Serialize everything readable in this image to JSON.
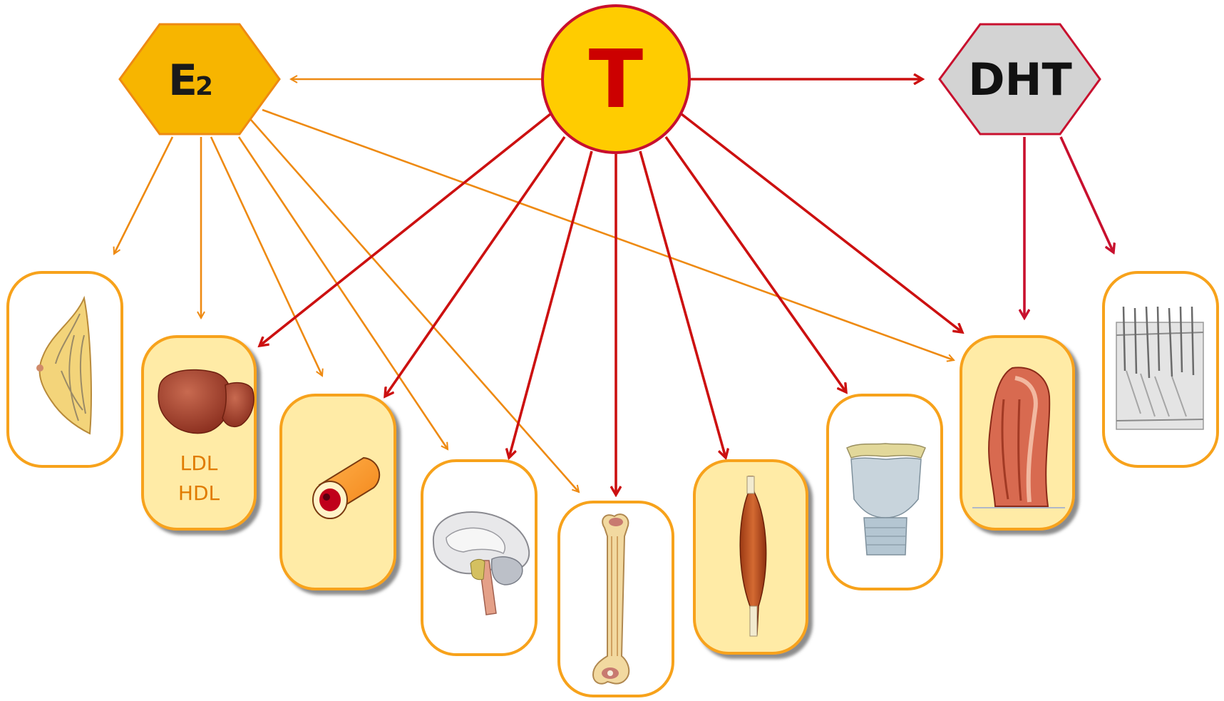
{
  "nodes": {
    "estradiol": {
      "label_main": "E",
      "label_sub": "2"
    },
    "testosterone": {
      "label": "T"
    },
    "dht": {
      "label": "DHT"
    }
  },
  "organs": {
    "breast": {
      "icon": "breast-icon",
      "source": [
        "E2"
      ]
    },
    "liver": {
      "icon": "liver-icon",
      "source": [
        "E2",
        "T"
      ],
      "line1": "LDL",
      "line2": "HDL"
    },
    "vessel": {
      "icon": "blood-vessel-icon",
      "source": [
        "E2",
        "T"
      ]
    },
    "brain": {
      "icon": "brain-icon",
      "source": [
        "E2",
        "T"
      ]
    },
    "bone": {
      "icon": "bone-icon",
      "source": [
        "E2",
        "T"
      ]
    },
    "muscle": {
      "icon": "muscle-icon",
      "source": [
        "T"
      ]
    },
    "larynx": {
      "icon": "larynx-icon",
      "source": [
        "T"
      ]
    },
    "prostate": {
      "icon": "prostate-icon",
      "source": [
        "E2",
        "T",
        "DHT"
      ]
    },
    "skin": {
      "icon": "skin-hair-icon",
      "source": [
        "DHT"
      ]
    }
  },
  "colors": {
    "estradiol_fill": "#F7B500",
    "estradiol_arrow": "#EE8A12",
    "testosterone_fill": "#FFCC00",
    "testosterone_stroke": "#C8102E",
    "testosterone_text": "#CC0000",
    "dht_fill": "#D3D3D3",
    "dht_stroke": "#C8102E",
    "t_arrow": "#CC1010",
    "dht_arrow": "#C8102E",
    "card_border": "#F7A21B",
    "card_fill_yellow": "#FFEBA6",
    "card_fill_white": "#FFFFFF",
    "label_orange": "#E07B00"
  }
}
